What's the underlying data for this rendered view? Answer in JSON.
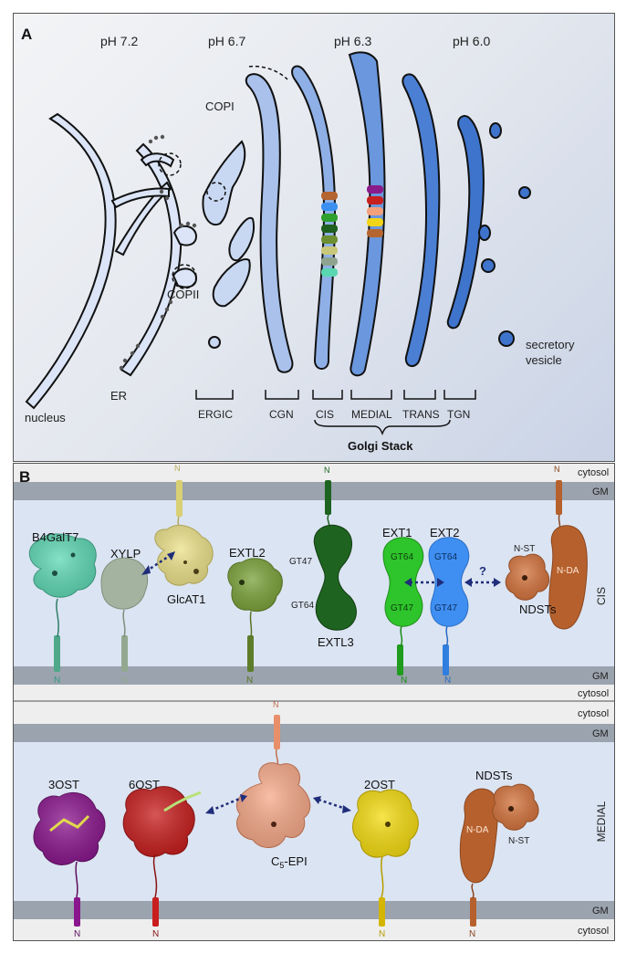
{
  "panel_a": {
    "letter": "A",
    "ph_labels": [
      "pH 7.2",
      "pH 6.7",
      "pH 6.3",
      "pH 6.0"
    ],
    "labels": {
      "copi": "COPI",
      "copii": "COPII",
      "er": "ER",
      "nucleus": "nucleus",
      "secretory_vesicle": [
        "secretory",
        "vesicle"
      ]
    },
    "compartments": [
      "ERGIC",
      "CGN",
      "CIS",
      "MEDIAL",
      "TRANS",
      "TGN"
    ],
    "golgi_stack": "Golgi Stack",
    "enzyme_colors_cis": [
      "#b5652f",
      "#3a8ff0",
      "#2ea02e",
      "#1f5f1f",
      "#6d8f32",
      "#c9c77a",
      "#8ea48e",
      "#59d7b0"
    ],
    "enzyme_colors_medial": [
      "#8b1a8b",
      "#c81f1f",
      "#f4a07c",
      "#f2d418",
      "#b5652f"
    ]
  },
  "panel_b": {
    "letter": "B",
    "side_labels": {
      "cytosol": "cytosol",
      "gm": "GM",
      "cis": "CIS",
      "medial": "MEDIAL"
    },
    "n_terminus": "N",
    "cis_proteins": {
      "b4galt7": "B4GalT7",
      "xylp": "XYLP",
      "glcat1": "GlcAT1",
      "extl2": "EXTL2",
      "extl3": "EXTL3",
      "ext1": "EXT1",
      "ext2": "EXT2",
      "ndsts": "NDSTs",
      "gt47": "GT47",
      "gt64": "GT64",
      "n_st": "N-ST",
      "n_da": "N-DA",
      "question": "?"
    },
    "medial_proteins": {
      "ost3": "3OST",
      "ost6": "6OST",
      "c5epi": "C",
      "c5epi_sub": "5",
      "c5epi_suffix": "-EPI",
      "ost2": "2OST",
      "ndsts": "NDSTs",
      "n_da": "N-DA",
      "n_st": "N-ST"
    },
    "colors": {
      "b4galt7": "#5fd9b4",
      "xylp": "#a3b39f",
      "glcat1": "#ece28a",
      "extl2": "#7ba23a",
      "extl3": "#1e6420",
      "ext1": "#2ec42b",
      "ext2": "#3f8ff2",
      "ndst": "#b6612d",
      "ost3": "#8a168d",
      "ost6": "#c81e1e",
      "c5epi": "#f6a989",
      "ost2": "#f4dc10",
      "membrane": "#8f9aa8"
    }
  }
}
